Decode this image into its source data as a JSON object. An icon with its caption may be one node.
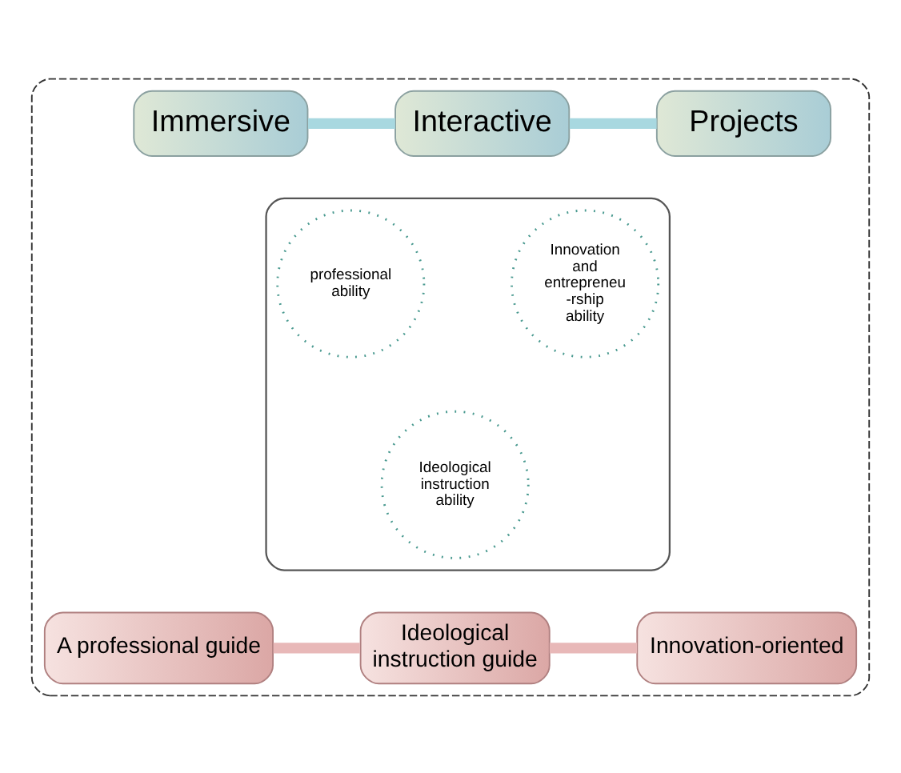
{
  "diagram": {
    "nodes": [
      {
        "text": [],
        "shape": "box"
      },
      {
        "text": [
          "Immersive"
        ],
        "in": 0
      },
      {
        "text": [
          "Interactive"
        ],
        "in": 0
      },
      {
        "text": [
          "Projects"
        ],
        "in": 0
      },
      {
        "text": [],
        "shape": "ellipse",
        "in": 0
      },
      {
        "text": [
          "professional ability"
        ],
        "in": 4
      },
      {
        "text": [
          "Innovation and entrepreneu -rship ability"
        ],
        "in": 4
      },
      {
        "text": [
          "Ideological instruction ability"
        ],
        "in": 4
      },
      {
        "text": [
          "A professional guide"
        ],
        "in": 0
      },
      {
        "text": [
          "Ideological instruction guide"
        ],
        "in": 0
      },
      {
        "text": [
          "Innovation-oriented"
        ],
        "in": 0
      }
    ],
    "edges": [
      {
        "from": 1,
        "to": 2,
        "arrow": "none",
        "color": "#a8d8e0"
      },
      {
        "from": 2,
        "to": 3,
        "arrow": "none",
        "color": "#a8d8e0"
      },
      {
        "from": 8,
        "to": 9,
        "arrow": "none",
        "color": "#e8b8b8"
      },
      {
        "from": 9,
        "to": 10,
        "arrow": "none",
        "color": "#e8b8b8"
      }
    ]
  }
}
